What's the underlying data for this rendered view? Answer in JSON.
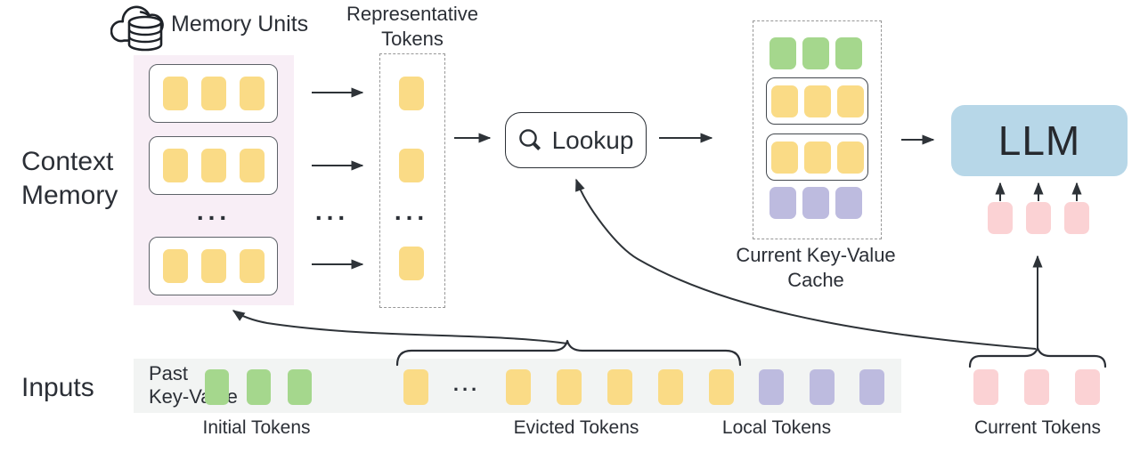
{
  "labels": {
    "memory_units": "Memory Units",
    "representative_line1": "Representative",
    "representative_line2": "Tokens",
    "context_memory": "Context Memory",
    "inputs": "Inputs",
    "ellipsis": "..."
  },
  "lookup": {
    "label": "Lookup"
  },
  "cache": {
    "label_line1": "Current Key-Value",
    "label_line2": "Cache",
    "rows": [
      {
        "type": "free-row",
        "token_color": "#A5D78D",
        "token_count": 3
      },
      {
        "type": "memory-unit",
        "token_color": "#FADB86",
        "token_count": 3
      },
      {
        "type": "memory-unit",
        "token_color": "#FADB86",
        "token_count": 3
      },
      {
        "type": "free-row",
        "token_color": "#BDBBDF",
        "token_count": 3
      }
    ]
  },
  "llm": {
    "label": "LLM",
    "input_token_count": 3,
    "input_token_color": "#FBD2D4"
  },
  "memory": {
    "units_visible": 3,
    "tokens_per_unit": 3,
    "token_color": "#FADB86",
    "representative_tokens_visible": 3
  },
  "strip": {
    "past_kv_line1": "Past",
    "past_kv_line2": "Key-Value",
    "groups": [
      {
        "name": "initial",
        "label": "Initial Tokens",
        "token_color": "#A5D78D",
        "token_count": 3
      },
      {
        "name": "evicted",
        "label": "Evicted Tokens",
        "token_color": "#FADB86",
        "token_count": "1 + ... + 5"
      },
      {
        "name": "local",
        "label": "Local Tokens",
        "token_color": "#BDBBDF",
        "token_count": 3
      },
      {
        "name": "current",
        "label": "Current Tokens",
        "token_color": "#FBD2D4",
        "token_count": 3
      }
    ]
  },
  "colors": {
    "token_yellow": "#FADB86",
    "token_green": "#A5D78D",
    "token_purple": "#BDBBDF",
    "token_pink": "#FBD2D4",
    "llm_blue": "#B7D7E8",
    "memory_panel_pink": "#F8EEF6",
    "input_strip_gray": "#F2F4F3",
    "line_dark": "#2E3338"
  }
}
